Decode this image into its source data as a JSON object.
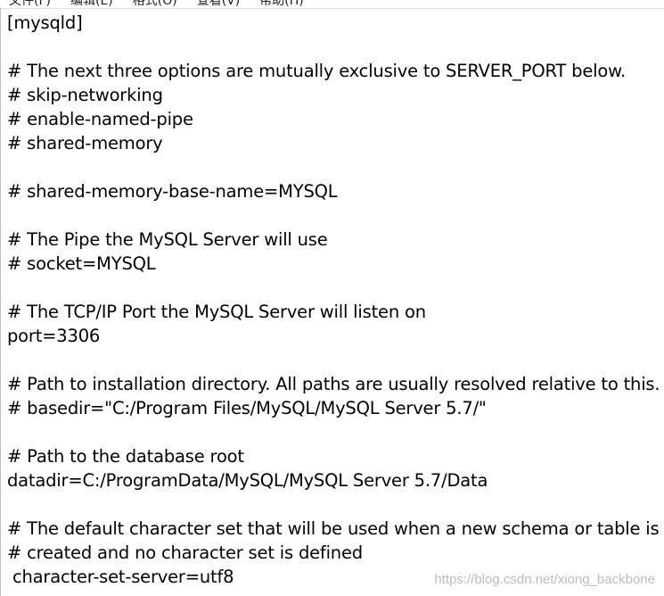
{
  "menu": {
    "items": [
      "文件(F)",
      "编辑(E)",
      "格式(O)",
      "查看(V)",
      "帮助(H)"
    ]
  },
  "editor": {
    "lines": [
      "[mysqld]",
      "",
      "# The next three options are mutually exclusive to SERVER_PORT below.",
      "# skip-networking",
      "# enable-named-pipe",
      "# shared-memory",
      "",
      "# shared-memory-base-name=MYSQL",
      "",
      "# The Pipe the MySQL Server will use",
      "# socket=MYSQL",
      "",
      "# The TCP/IP Port the MySQL Server will listen on",
      "port=3306",
      "",
      "# Path to installation directory. All paths are usually resolved relative to this.",
      "# basedir=\"C:/Program Files/MySQL/MySQL Server 5.7/\"",
      "",
      "# Path to the database root",
      "datadir=C:/ProgramData/MySQL/MySQL Server 5.7/Data",
      "",
      "# The default character set that will be used when a new schema or table is",
      "# created and no character set is defined",
      " character-set-server=utf8"
    ]
  },
  "watermark": "https://blog.csdn.net/xiong_backbone"
}
